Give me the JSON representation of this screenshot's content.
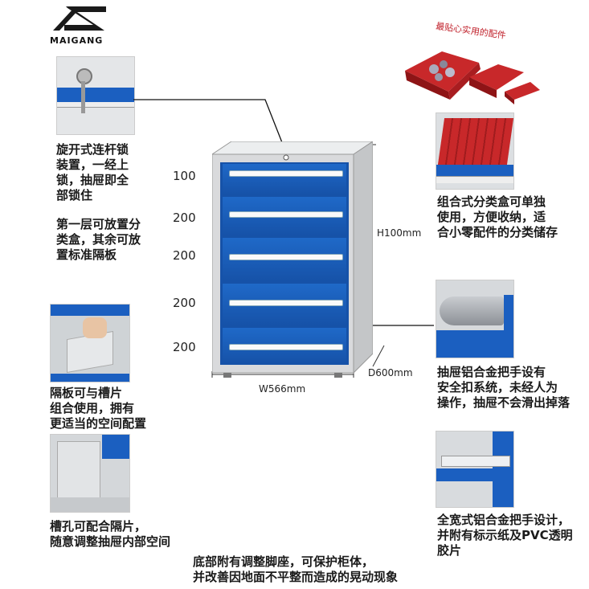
{
  "logo": {
    "brand": "MAIGANG",
    "mark": "Z"
  },
  "tray_caption": "最贴心实用的配件",
  "left_notes": {
    "lock": [
      "旋开式连杆锁",
      "装置，一经上",
      "锁，抽屉即全",
      "部锁住"
    ],
    "first_layer": [
      "第一层可放置分",
      "类盒，其余可放",
      "置标准隔板"
    ],
    "divider": [
      "隔板可与槽片",
      "组合使用，拥有",
      "更适当的空间配置"
    ],
    "slot": [
      "槽孔可配合隔片，",
      "随意调整抽屉内部空间"
    ]
  },
  "right_notes": {
    "combo": [
      "组合式分类盒可单独",
      "使用，方便收纳，适",
      "合小零配件的分类储存"
    ],
    "handle": [
      "抽屉铝合金把手设有",
      "安全扣系统，未经人为",
      "操作，抽屉不会滑出掉落"
    ],
    "wide_handle": [
      "全宽式铝合金把手设计，",
      "并附有标示纸及PVC透明",
      "胶片"
    ]
  },
  "bottom_note": [
    "底部附有调整脚座，可保护柜体，",
    "并改善因地面不平整而造成的晃动现象"
  ],
  "drawer_heights": [
    "100",
    "200",
    "200",
    "200",
    "200"
  ],
  "dims": {
    "height": "H100mm",
    "width": "W566mm",
    "depth": "D600mm"
  },
  "colors": {
    "blue": "#1b5fc0",
    "red": "#c8282a",
    "cabinet": "#d9dadc"
  }
}
